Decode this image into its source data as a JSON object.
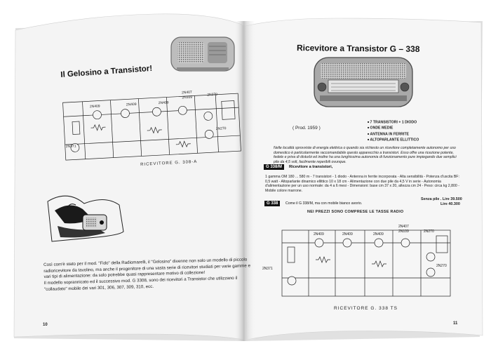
{
  "left_page": {
    "title": "Il Gelosino a Transistor!",
    "schematic_caption": "RICEVITORE G. 308-A",
    "body_lines": [
      "Così com'è stato per il mod. \"Fido\" della Radiomarelli, il \"Gelosino\" divenne non solo un modello di piccolo",
      "radioricevitore da tavolino, ma anche il progenitore di una vasta serie di ricevitori studiati per varie gamme e",
      "vari tipi di alimentazione: da solo potrebbe quasi rappresentare motivo di collezione!",
      "Il modello soprannicato ed il successivo mod. G 3308, sono dei ricevitori a Transistor che utilizzano il",
      "\"collaudato\" mobile dei vari 301, 306, 307, 309, 310, ecc."
    ],
    "page_number": "10"
  },
  "right_page": {
    "title": "Ricevitore a Transistor G – 338",
    "production_note": "( Prod. 1959 )",
    "features": [
      "7 TRANSISTORI + 1 DIODO",
      "ONDE MEDIE",
      "ANTENNA IN FERRITE",
      "ALTOPARLANTE ELLITTICO"
    ],
    "intro_text": "Nelle località sprovviste di energia elettrica o quando sia richiesto un ricevitore completamente autonomo per uso domestico è particolarmente raccomandabile questo apparecchio a transistori. Esso offre una ricezione potente, fedele e priva di disturbi ed inoltre ha una lunghissima autonomia di funzionamento pure impiegando due semplici pile da 4,5 volt, facilmente reperibili ovunque.",
    "model_label": "G 338/M",
    "model_label_text": "Ricevitore a transistori,",
    "specs_text": "1 gamma OM 180 ... 580 m - 7 transistori - 1 diodo - Antenna in ferrite incorporata - Alta sensibilità - Potenza d'uscita BF: 0,5 watt - Altoparlante dinamico ellittico 10 x 18 cm - Alimentazione con due pile da 4,5 V in serie - Autonomia d'alimentazione per un uso normale: da 4 a 6 mesi - Dimensioni: base cm 37 x 20, altezza cm 24 - Peso: circa kg 2,800 - Mobile colore marrone.",
    "price_line_1": "Senza pile . Lire 39.500",
    "model_label_2": "G 338",
    "model_label_2_text": "Come il G 338/M, ma con mobile bianco avorio.",
    "price_line_2": "Lire 40.300",
    "tax_note": "NEI PREZZI SONO COMPRESE LE TASSE RADIO",
    "schematic_caption": "RICEVITORE G. 338 TS",
    "page_number": "11"
  },
  "transistor_labels_left": [
    "2N409",
    "2N409",
    "2N409",
    "2N407",
    "2N109",
    "2N270",
    "2N270",
    "2N371"
  ],
  "transistor_labels_right": [
    "2N409",
    "2N409",
    "2N409",
    "2N407",
    "2N109",
    "2N270",
    "2N270",
    "2N371"
  ],
  "colors": {
    "paper": "#f3f3f3",
    "ink": "#111111",
    "background": "#ffffff"
  }
}
